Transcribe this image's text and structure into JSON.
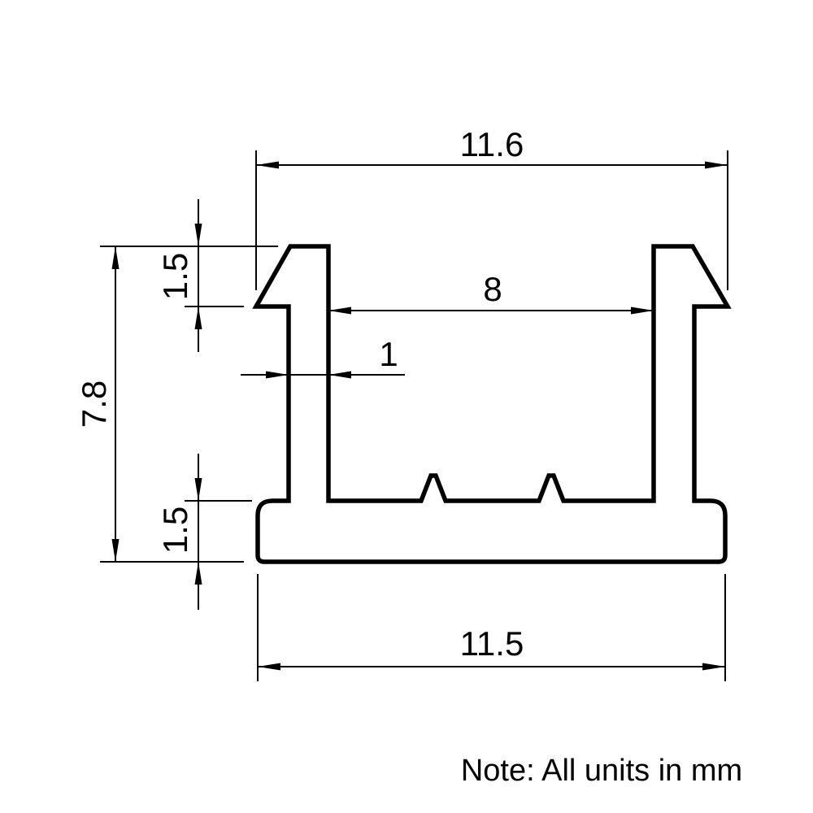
{
  "drawing": {
    "dimensions": {
      "top_width": "11.6",
      "inner_width": "8",
      "wall_thickness": "1",
      "overall_height": "7.8",
      "top_flange_height": "1.5",
      "base_height": "1.5",
      "base_width": "11.5"
    },
    "note": "Note: All units in mm",
    "units": "mm",
    "line_color": "#000000",
    "background_color": "#ffffff"
  }
}
